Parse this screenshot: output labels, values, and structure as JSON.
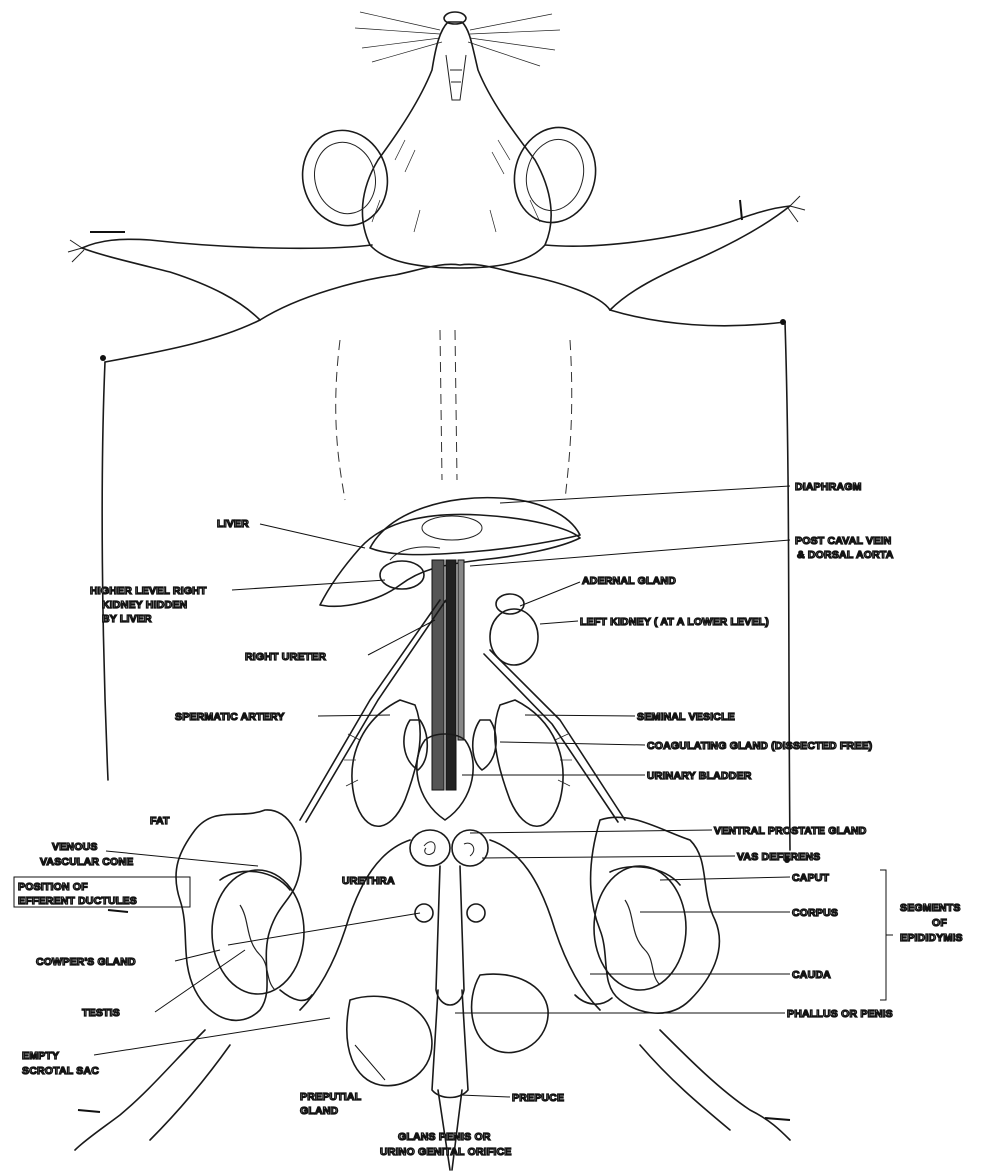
{
  "labels": {
    "diaphragm": "DIAPHRAGM",
    "liver": "LIVER",
    "post_caval_1": "POST CAVAL VEIN",
    "post_caval_2": "& DORSAL AORTA",
    "higher_kidney_1": "HIGHER LEVEL RIGHT",
    "higher_kidney_2": "KIDNEY HIDDEN",
    "higher_kidney_3": "BY LIVER",
    "adrenal": "ADERNAL GLAND",
    "left_kidney": "LEFT KIDNEY ( AT A LOWER LEVEL)",
    "right_ureter": "RIGHT URETER",
    "spermatic_artery": "SPERMATIC ARTERY",
    "seminal_vesicle": "SEMINAL VESICLE",
    "coagulating_gland": "COAGULATING GLAND (DISSECTED FREE)",
    "urinary_bladder": "URINARY BLADDER",
    "fat": "FAT",
    "venous_1": "VENOUS",
    "venous_2": "VASCULAR CONE",
    "ventral_prostate": "VENTRAL PROSTATE GLAND",
    "vas_deferens": "VAS DEFERENS",
    "position_1": "POSITION OF",
    "position_2": "EFFERENT DUCTULES",
    "urethra": "URETHRA",
    "caput": "CAPUT",
    "corpus": "CORPUS",
    "segments_1": "SEGMENTS",
    "segments_2": "OF",
    "segments_3": "EPIDIDYMIS",
    "cowpers": "COWPER'S GLAND",
    "cauda": "CAUDA",
    "testis": "TESTIS",
    "phallus": "PHALLUS OR PENIS",
    "empty_1": "EMPTY",
    "empty_2": "SCROTAL SAC",
    "preputial_1": "PREPUTIAL",
    "preputial_2": "GLAND",
    "prepuce": "PREPUCE",
    "glans_1": "GLANS PENIS OR",
    "glans_2": "URINO GENITAL ORIFICE"
  }
}
